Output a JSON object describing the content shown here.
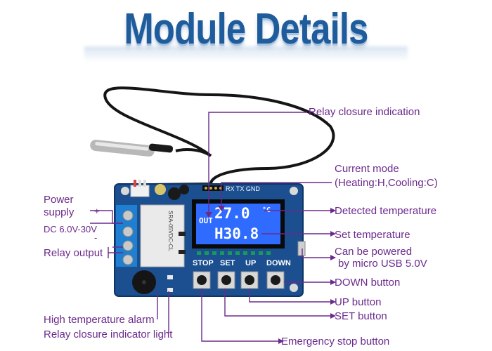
{
  "title": "Module Details",
  "board": {
    "header_pins": "RX TX GND",
    "lcd_out": "OUT",
    "lcd_temp": "27.0",
    "lcd_unit": "°C",
    "lcd_set": "H30.8",
    "buttons": [
      "STOP",
      "SET",
      "UP",
      "DOWN"
    ],
    "relay_text": "SRA-05VDC-CL"
  },
  "labels": {
    "relay_closure": "Relay closure indication",
    "current_mode_1": "Current mode",
    "current_mode_2": "(Heating:H,Cooling:C)",
    "detected_temp": "Detected temperature",
    "set_temp": "Set  temperature",
    "usb_1": "Can be powered",
    "usb_2": "by micro USB 5.0V",
    "down": "DOWN button",
    "up": "UP button",
    "set": "SET button",
    "stop": "Emergency stop button",
    "power_1": "Power",
    "power_2": "supply",
    "plus": "+",
    "dc": "DC 6.0V-30V",
    "minus": "-",
    "relay_output": "Relay output",
    "alarm": "High temperature alarm",
    "indicator": "Relay closure indicator light"
  },
  "colors": {
    "title": "#1f5c9c",
    "label": "#6b2a8c",
    "pcb": "#1b4f8f",
    "lcd": "#2f6bff",
    "terminal": "#1f7fd0"
  }
}
